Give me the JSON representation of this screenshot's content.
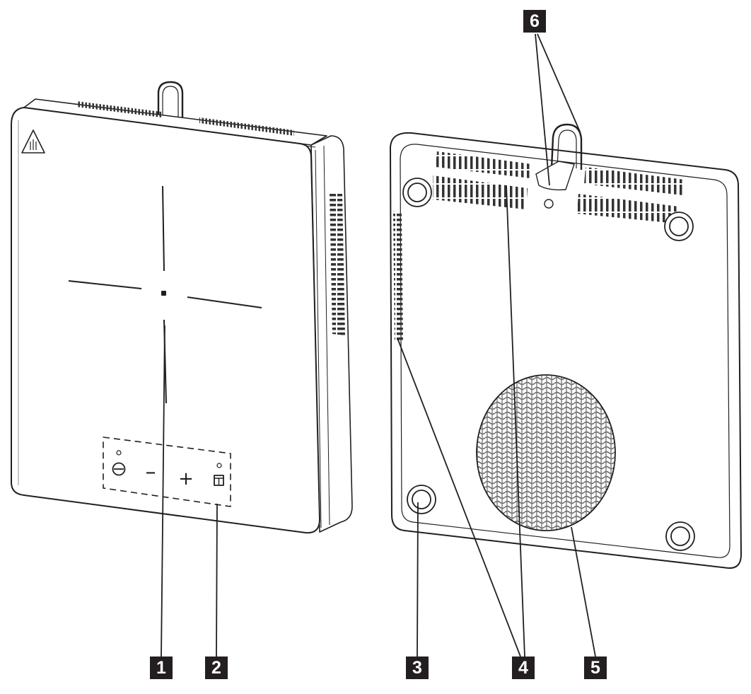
{
  "diagram": {
    "callouts": [
      {
        "id": "c1",
        "label": "1"
      },
      {
        "id": "c2",
        "label": "2"
      },
      {
        "id": "c3",
        "label": "3"
      },
      {
        "id": "c4",
        "label": "4"
      },
      {
        "id": "c5",
        "label": "5"
      },
      {
        "id": "c6",
        "label": "6"
      }
    ],
    "panel_symbols": {
      "minus": "–",
      "plus": "+"
    },
    "colors": {
      "line": "#231f20",
      "callout_fill": "#231f20",
      "callout_text": "#ffffff",
      "body_fill": "#ffffff",
      "shade": "#e6e6e6",
      "mesh": "#8a8a8a"
    },
    "icons": [
      "warning-hot-surface-icon",
      "power-icon",
      "timer-icon"
    ]
  }
}
